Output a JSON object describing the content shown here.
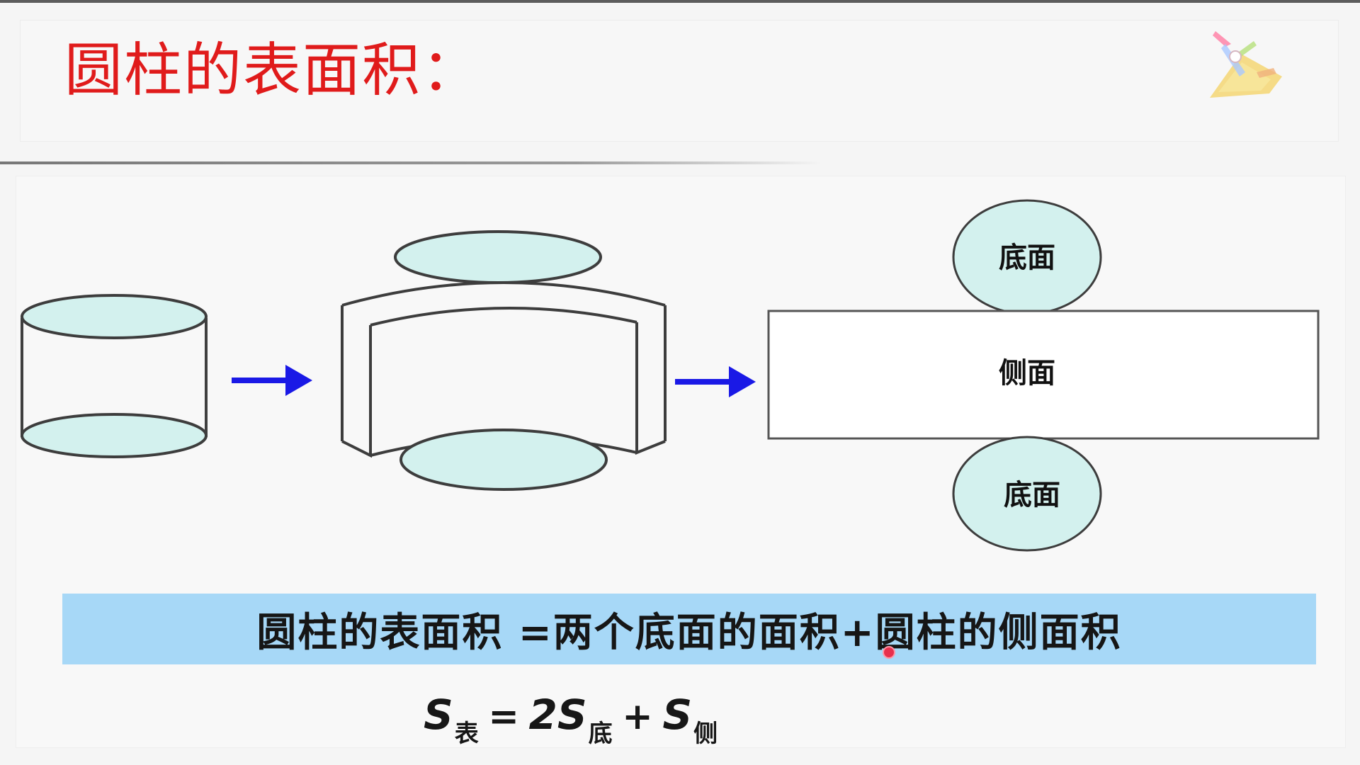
{
  "title": "圆柱的表面积：",
  "labels": {
    "base_top": "底面",
    "lateral": "侧面",
    "base_bottom": "底面"
  },
  "formula_text": "圆柱的表面积 =两个底面的面积+圆柱的侧面积",
  "symbolic_formula": {
    "lhs": "S",
    "lhs_sub": "表",
    "equals": "=",
    "coef": "2S",
    "term1_sub": "底",
    "plus": "+",
    "term2": "S",
    "term2_sub": "侧"
  },
  "colors": {
    "title": "#e01b1b",
    "fill_cyan": "#d3f1ee",
    "arrow": "#1a19e6",
    "formula_bg": "#a7d8f7"
  },
  "icons": [
    "logo-icon",
    "arrow-right-icon"
  ]
}
